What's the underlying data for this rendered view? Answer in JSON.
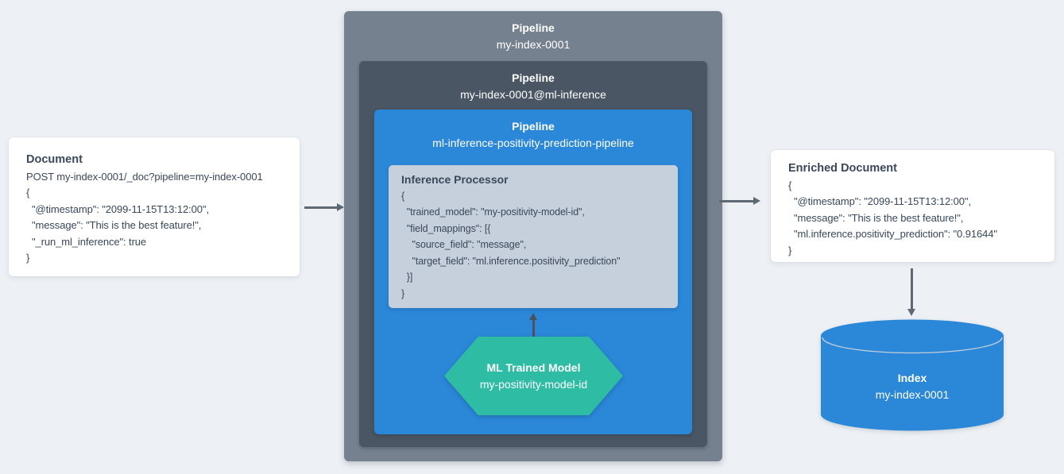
{
  "colors": {
    "background": "#edf1f5",
    "card_background": "#ffffff",
    "text_dark": "#3a485a",
    "text_light": "#ffffff",
    "box_outer": "#76818f",
    "box_inner": "#4a5663",
    "box_blue": "#2b87d8",
    "processor_bg": "#c6d0dc",
    "hexagon": "#2ebda4",
    "cylinder": "#2b87d8",
    "cylinder_rim": "#c3cfdb",
    "arrow": "#5e6974",
    "arrow_dark": "#49525d"
  },
  "document_card": {
    "title": "Document",
    "code_lines": [
      "POST my-index-0001/_doc?pipeline=my-index-0001",
      "{",
      "  \"@timestamp\": \"2099-11-15T13:12:00\",",
      "  \"message\": \"This is the best feature!\",",
      "  \"_run_ml_inference\": true",
      "}"
    ]
  },
  "pipeline_outer": {
    "label": "Pipeline",
    "name": "my-index-0001"
  },
  "pipeline_inference": {
    "label": "Pipeline",
    "name": "my-index-0001@ml-inference"
  },
  "pipeline_ml": {
    "label": "Pipeline",
    "name": "ml-inference-positivity-prediction-pipeline"
  },
  "inference_processor": {
    "title": "Inference Processor",
    "code_lines": [
      "{",
      "  \"trained_model\": \"my-positivity-model-id\",",
      "  \"field_mappings\": [{",
      "    \"source_field\": \"message\",",
      "    \"target_field\": \"ml.inference.positivity_prediction\"",
      "  }]",
      "}"
    ]
  },
  "trained_model": {
    "title": "ML Trained Model",
    "name": "my-positivity-model-id"
  },
  "enriched_card": {
    "title": "Enriched Document",
    "code_lines": [
      "{",
      "  \"@timestamp\": \"2099-11-15T13:12:00\",",
      "  \"message\": \"This is the best feature!\",",
      "  \"ml.inference.positivity_prediction\": \"0.91644\"",
      "}"
    ]
  },
  "index_cylinder": {
    "title": "Index",
    "name": "my-index-0001"
  }
}
